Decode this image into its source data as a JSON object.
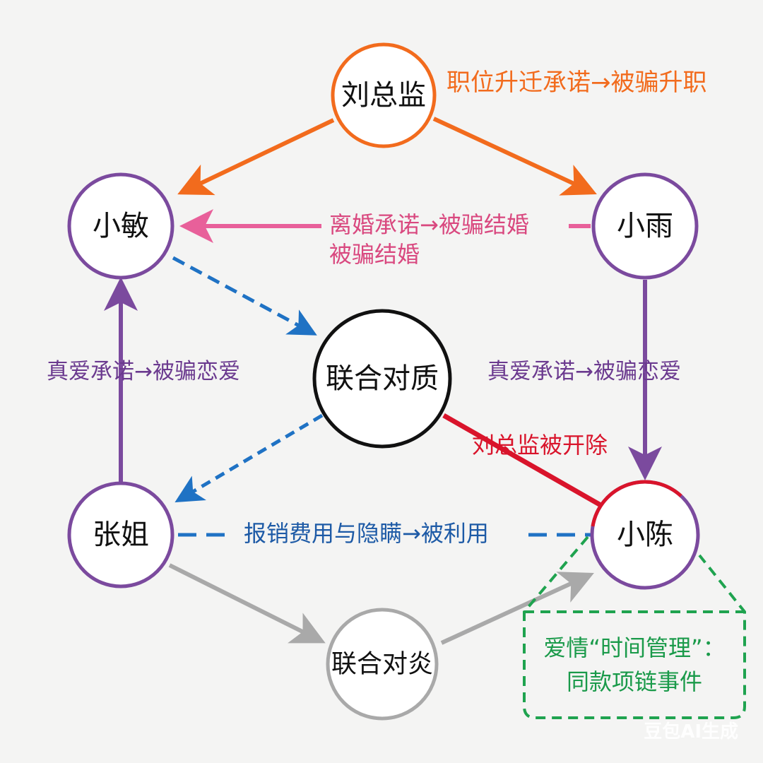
{
  "nodes": {
    "director": "刘总监",
    "xiaomin": "小敏",
    "xiaoyu": "小雨",
    "confront": "联合对质",
    "zhangjie": "张姐",
    "xiaochen": "小陈",
    "joint_attack": "联合对炎"
  },
  "edges": {
    "promotion": "职位升迁承诺→被骗升职",
    "divorce_line1": "离婚承诺→被骗结婚",
    "divorce_line2": "被骗结婚",
    "true_love_left": "真爱承诺→被骗恋爱",
    "true_love_right": "真爱承诺→被骗恋爱",
    "fired": "刘总监被开除",
    "expense": "报销费用与隐瞒→被利用"
  },
  "callout": {
    "line1": "爱情“时间管理”：",
    "line2": "同款项链事件"
  },
  "watermark": "豆包AI生成",
  "colors": {
    "orange": "#F26B1D",
    "purple": "#7B4A9E",
    "pink": "#E8609A",
    "blue": "#1F72C4",
    "red": "#D9142B",
    "gray": "#A9A9A9",
    "green": "#1FA34F"
  }
}
